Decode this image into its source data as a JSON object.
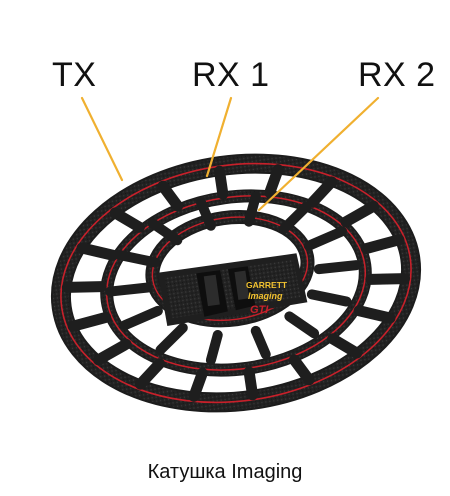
{
  "labels": {
    "tx": "TX",
    "rx1": "RX 1",
    "rx2": "RX 2"
  },
  "logo": {
    "brand": "GARRETT",
    "product": "Imaging",
    "model": "GTI"
  },
  "caption": "Катушка Imaging",
  "colors": {
    "coil_body": "#1e1e1e",
    "coil_highlight": "#3a3a3a",
    "wire": "#c8202a",
    "leader_line": "#f0b030",
    "logo_text": "#f2c230",
    "logo_accent": "#c8202a",
    "background": "#ffffff"
  }
}
